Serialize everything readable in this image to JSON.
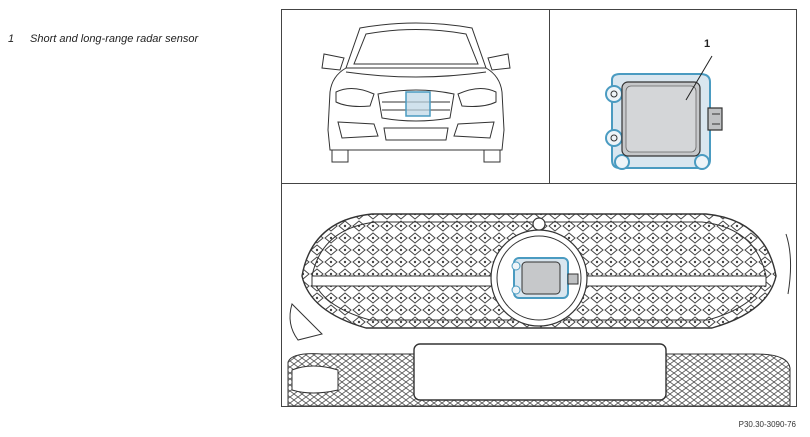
{
  "legend": {
    "items": [
      {
        "number": "1",
        "text": "Short and long-range radar sensor"
      }
    ]
  },
  "figure": {
    "callout": "1",
    "code": "P30.30-3090-76",
    "colors": {
      "highlight": "#4a9bc1",
      "highlight_fill": "#bcd6e6",
      "line": "#333333"
    }
  }
}
